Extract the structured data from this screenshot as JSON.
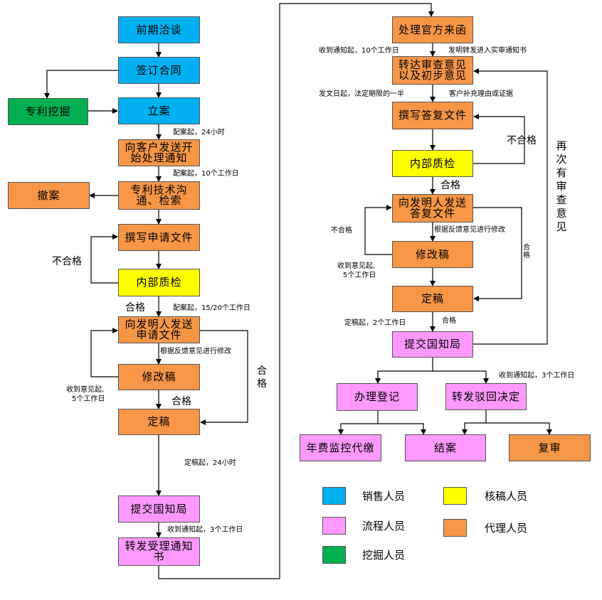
{
  "boxes": {
    "qianqi": "前期洽谈",
    "qianding": "签订合同",
    "zhuanli_wajue": "专利挖掘",
    "lian": "立案",
    "send_start": "向客户发送开始处理通知",
    "jishu_goutong": "专利技术沟通、检索",
    "chean": "撤案",
    "zhuanxie_l": "撰写申请文件",
    "zhijian_l": "内部质检",
    "send_inventor_l": "向发明人发送申请文件",
    "xiugai_l": "修改稿",
    "dinggao_l": "定稿",
    "tijiao_l": "提交国知局",
    "zhuanfa_shouli": "转发受理通知书",
    "chuli_guanfang": "处理官方来函",
    "zhuanda_shencha": "转达审查意见以及初步意见",
    "zhuanxie_dafu": "撰写答复文件",
    "zhijian_r": "内部质检",
    "send_inventor_r": "向发明人发送答复文件",
    "xiugai_r": "修改稿",
    "dinggao_r": "定稿",
    "tijiao_r": "提交国知局",
    "banli_dengji": "办理登记",
    "zhuanfa_bohui": "转发驳回决定",
    "nianfei": "年费监控代缴",
    "jiean": "结案",
    "fushen": "复审"
  },
  "labels": {
    "peian_24h": "配案起，24小时",
    "peian_10d": "配案起，10个工作日",
    "buhege_1": "不合格",
    "hege_1": "合格",
    "peian_15_20": "配案起，15/20个工作日",
    "genju_l": "根据反馈意见进行修改",
    "shoudao_l_1": "收到意见起,",
    "shoudao_l_2": "5个工作日",
    "hege_2": "合格",
    "hege_3": "合",
    "hege_3b": "格",
    "dinggao_24h": "定稿起，24小时",
    "shoudao_3d": "收到通知起，3个工作日",
    "shoudao_10d": "收到通知起，10个工作日",
    "faming_shishen": "发明转发进入实审通知书",
    "fawen": "发文日起，法定期限的一半",
    "kehu_bu": "客户补充理由或证据",
    "buhege_r": "不合格",
    "hege_r": "合格",
    "buhege_r2": "不合格",
    "genju_r": "根据反馈意见进行修改",
    "shoudao_r_1": "收到意见起,",
    "shoudao_r_2": "5个工作日",
    "hege_r_side": "合格",
    "dinggao_2d": "定稿起，2个工作日",
    "hege_r2": "合格",
    "shoudao_3d_r": "收到通知起，3个工作日",
    "zaici": "再次有审查意见"
  },
  "legend": [
    {
      "label": "销售人员",
      "color": "#00b0f0"
    },
    {
      "label": "核稿人员",
      "color": "#ffff00"
    },
    {
      "label": "流程人员",
      "color": "#ff99ff"
    },
    {
      "label": "代理人员",
      "color": "#f79646"
    },
    {
      "label": "挖掘人员",
      "color": "#00b050"
    }
  ]
}
